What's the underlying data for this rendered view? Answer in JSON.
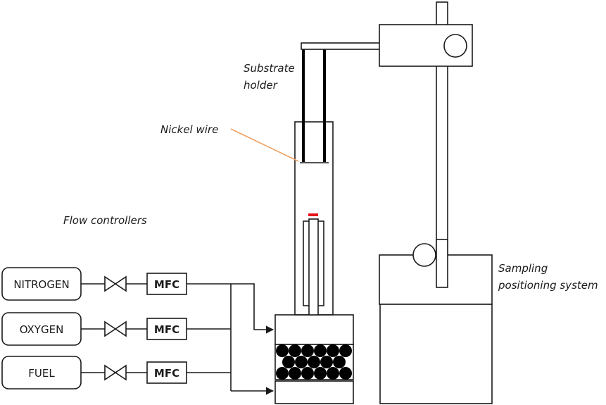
{
  "labels": {
    "substrate_holder_line1": "Substrate",
    "substrate_holder_line2": "holder",
    "nickel_wire": "Nickel wire",
    "flow_controllers": "Flow controllers",
    "sampling_line1": "Sampling",
    "sampling_line2": "positioning system"
  },
  "gases": [
    {
      "name": "NITROGEN",
      "controller": "MFC"
    },
    {
      "name": "OXYGEN",
      "controller": "MFC"
    },
    {
      "name": "FUEL",
      "controller": "MFC"
    }
  ],
  "colors": {
    "nickel_wire_pointer": "#f0a060",
    "flame_marker": "#e8141c",
    "line": "#1a1a1a"
  }
}
